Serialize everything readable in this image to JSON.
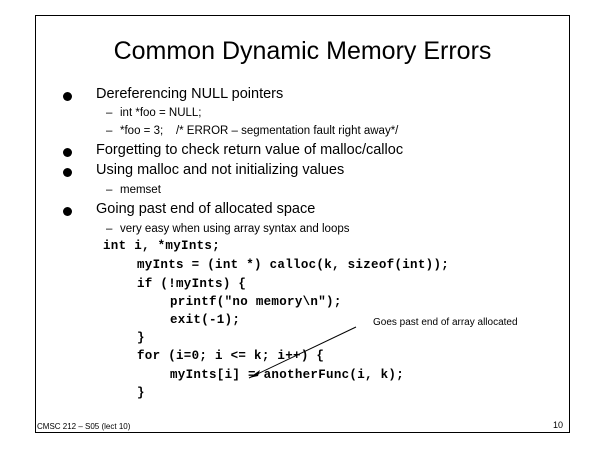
{
  "slide": {
    "title": "Common Dynamic Memory Errors",
    "bullets": [
      {
        "text": "Dereferencing NULL pointers",
        "subs": [
          "int *foo = NULL;",
          "*foo = 3;    /* ERROR – segmentation fault right away*/"
        ]
      },
      {
        "text": "Forgetting to check return value of malloc/calloc"
      },
      {
        "text": "Using malloc and not initializing values",
        "subs": [
          "memset"
        ]
      },
      {
        "text": "Going past end of allocated space",
        "subs": [
          "very easy when using array syntax and loops"
        ]
      }
    ],
    "code": [
      "int i, *myInts;",
      "myInts = (int *) calloc(k, sizeof(int));",
      "if (!myInts) {",
      "printf(\"no memory\\n\");",
      "exit(-1);",
      "}",
      "for (i=0; i <= k; i++) {",
      "myInts[i] = anotherFunc(i, k);",
      "}"
    ],
    "annotation": "Goes past end of array allocated",
    "footer": "CMSC 212 – S05 (lect 10)",
    "page_number": "10"
  }
}
